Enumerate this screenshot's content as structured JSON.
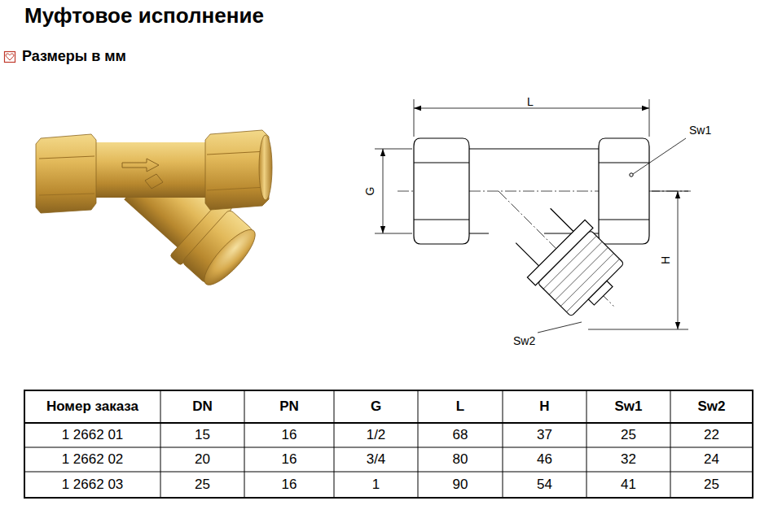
{
  "diagram": {
    "title": "Муфтовое исполнение",
    "labels": [
      "Размеры в мм",
      "L",
      "G",
      "Sw1",
      "H",
      "Sw2",
      "Номер заказа",
      "DN",
      "PN",
      "G",
      "L",
      "H",
      "Sw1",
      "Sw2",
      "1 2662 01",
      "15",
      "16",
      "1/2",
      "68",
      "37",
      "25",
      "22",
      "1 2662 02",
      "20",
      "16",
      "3/4",
      "80",
      "46",
      "32",
      "24",
      "1 2662 03",
      "25",
      "16",
      "1",
      "90",
      "54",
      "41",
      "25"
    ]
  }
}
